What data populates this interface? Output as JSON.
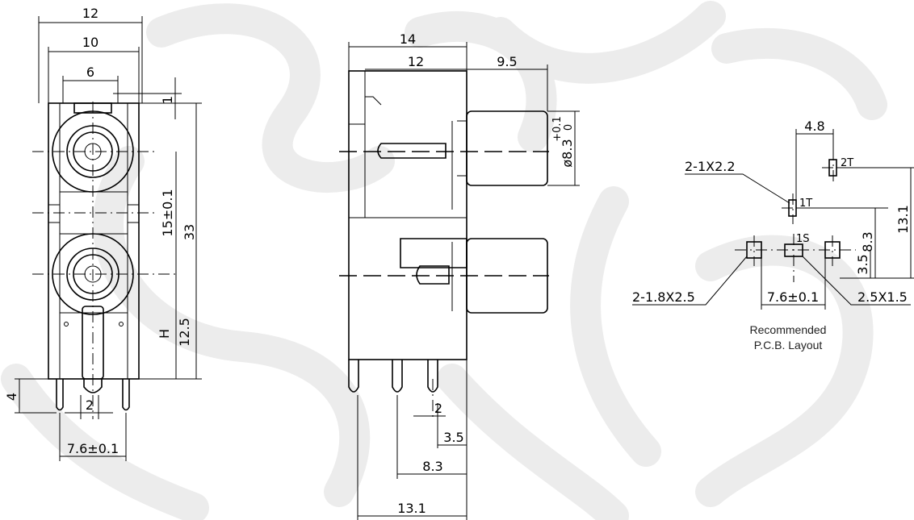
{
  "front_view": {
    "dim_width_outer": "12",
    "dim_width_body": "10",
    "dim_width_jack": "6",
    "dim_top_offset": "1",
    "dim_pitch": "15±0.1",
    "dim_height_total": "33",
    "dim_height_h": "H",
    "dim_height_h_value": "12.5",
    "dim_pin_length": "4",
    "dim_pin_gap": "2",
    "dim_pin_span": "7.6±0.1"
  },
  "side_view": {
    "dim_body_depth": "14",
    "dim_inner_depth": "12",
    "dim_jack_protrusion": "9.5",
    "dim_jack_diameter": "ø8.3",
    "dim_jack_tol_upper": "+0.1",
    "dim_jack_tol_lower": "0",
    "dim_pin_gap": "2",
    "dim_pin_offset": "3.5",
    "dim_pin_span": "8.3",
    "dim_total": "13.1"
  },
  "pcb_layout": {
    "dim_top": "4.8",
    "label_2t": "2T",
    "label_1t": "1T",
    "label_1s": "1S",
    "dim_right_total": "13.1",
    "dim_right_mid": "8.3",
    "dim_right_small": "3.5",
    "dim_bottom": "7.6±0.1",
    "callout_hole_1": "2-1X2.2",
    "callout_hole_2": "2-1.8X2.5",
    "callout_hole_3": "2.5X1.5",
    "caption_line1": "Recommended",
    "caption_line2": "P.C.B. Layout"
  }
}
